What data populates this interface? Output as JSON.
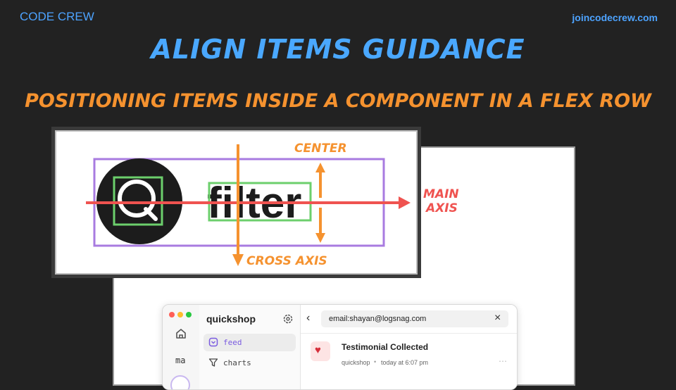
{
  "header": {
    "brand": "CODE CREW",
    "site": "joincodecrew.com"
  },
  "title": "ALIGN ITEMS GUIDANCE",
  "subtitle": "POSITIONING ITEMS INSIDE A COMPONENT IN A FLEX ROW",
  "diagram": {
    "word": "filter",
    "center_label": "CENTER",
    "main_axis_label_1": "MAIN",
    "main_axis_label_2": "AXIS",
    "cross_axis_label": "CROSS AXIS",
    "colors": {
      "container": "#a87be0",
      "item": "#6ccf6c",
      "main_axis": "#ef5350",
      "cross_axis": "#f5922f"
    }
  },
  "app": {
    "workspace": "quickshop",
    "rail_label": "ma",
    "nav": [
      {
        "label": "feed",
        "icon": "inbox-icon"
      },
      {
        "label": "charts",
        "icon": "filter-icon"
      }
    ],
    "search_value": "email:shayan@logsnag.com",
    "event": {
      "title": "Testimonial Collected",
      "project": "quickshop",
      "separator": "•",
      "time": "today at 6:07 pm",
      "icon": "heart-icon"
    }
  }
}
